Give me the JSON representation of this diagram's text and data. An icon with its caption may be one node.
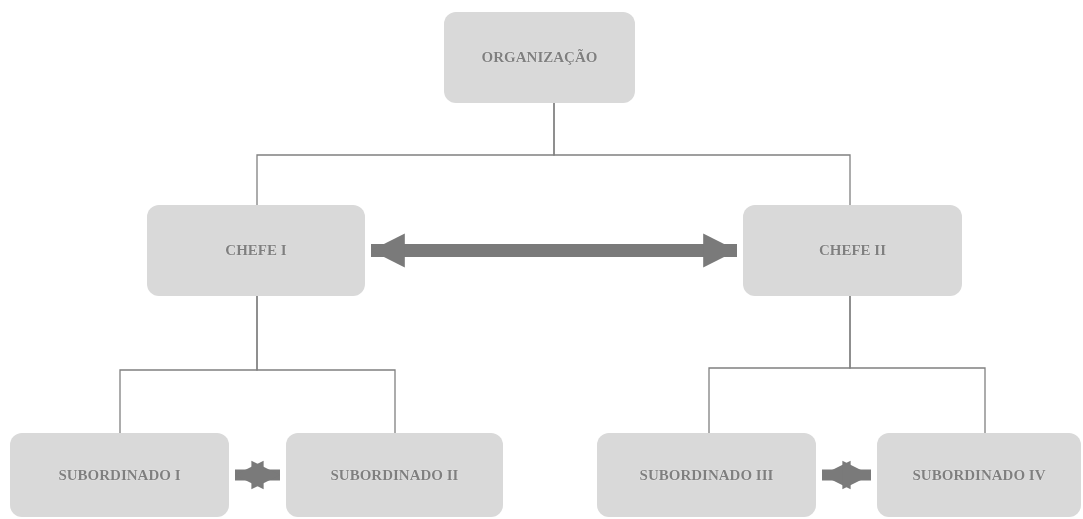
{
  "diagram": {
    "nodes": [
      {
        "text": [
          "ORGANIZAÇÃO"
        ]
      },
      {
        "text": [
          "CHEFE I"
        ]
      },
      {
        "text": [
          "CHEFE II"
        ]
      },
      {
        "text": [
          "SUBORDINADO I"
        ]
      },
      {
        "text": [
          "SUBORDINADO II"
        ]
      },
      {
        "text": [
          "SUBORDINADO III"
        ]
      },
      {
        "text": [
          "SUBORDINADO IV"
        ]
      }
    ],
    "edges": [
      {
        "from": 0,
        "to": 1,
        "arrow": "none"
      },
      {
        "from": 0,
        "to": 2,
        "arrow": "none"
      },
      {
        "from": 1,
        "to": 2,
        "arrow": "both",
        "style": "thick"
      },
      {
        "from": 1,
        "to": 3,
        "arrow": "none"
      },
      {
        "from": 1,
        "to": 4,
        "arrow": "none"
      },
      {
        "from": 3,
        "to": 4,
        "arrow": "both",
        "style": "thick"
      },
      {
        "from": 2,
        "to": 5,
        "arrow": "none"
      },
      {
        "from": 2,
        "to": 6,
        "arrow": "none"
      },
      {
        "from": 5,
        "to": 6,
        "arrow": "both",
        "style": "thick"
      }
    ]
  }
}
